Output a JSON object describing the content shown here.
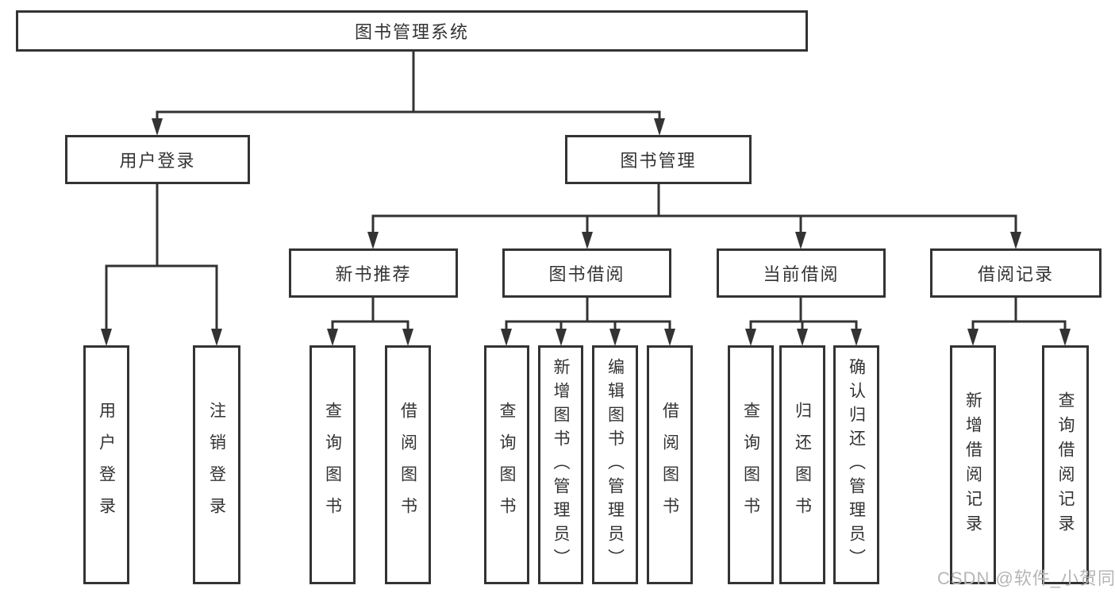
{
  "diagram": {
    "colors": {
      "line": "#333333",
      "box_border": "#333333",
      "text": "#333333",
      "watermark_text": "#b5b5b5",
      "background": "#ffffff"
    },
    "tree": {
      "label": "图书管理系统",
      "children": [
        {
          "label": "用户登录",
          "children": [
            {
              "label": "用户登录"
            },
            {
              "label": "注销登录"
            }
          ]
        },
        {
          "label": "图书管理",
          "children": [
            {
              "label": "新书推荐",
              "children": [
                {
                  "label": "查询图书"
                },
                {
                  "label": "借阅图书"
                }
              ]
            },
            {
              "label": "图书借阅",
              "children": [
                {
                  "label": "查询图书"
                },
                {
                  "label": "新增图书（管理员）"
                },
                {
                  "label": "编辑图书（管理员）"
                },
                {
                  "label": "借阅图书"
                }
              ]
            },
            {
              "label": "当前借阅",
              "children": [
                {
                  "label": "查询图书"
                },
                {
                  "label": "归还图书"
                },
                {
                  "label": "确认归还（管理员）"
                }
              ]
            },
            {
              "label": "借阅记录",
              "children": [
                {
                  "label": "新增借阅记录"
                },
                {
                  "label": "查询借阅记录"
                }
              ]
            }
          ]
        }
      ]
    },
    "watermark": {
      "text": "CSDN @软件_小贺同学"
    }
  }
}
